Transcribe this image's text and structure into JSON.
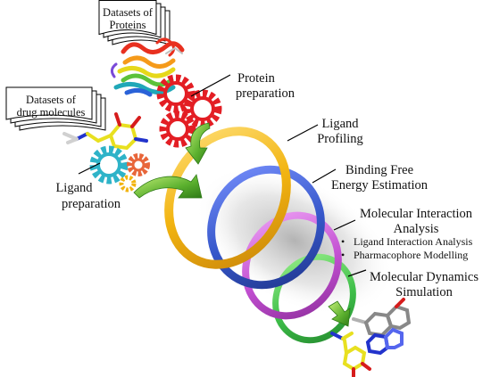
{
  "datasets": {
    "proteins": [
      "Datasets of",
      "Proteins"
    ],
    "drugs": [
      "Datasets of",
      "drug molecules"
    ]
  },
  "labels": {
    "protein_prep": [
      "Protein",
      "preparation"
    ],
    "ligand_prep": [
      "Ligand",
      "preparation"
    ],
    "ligand_profiling": [
      "Ligand",
      "Profiling"
    ],
    "binding": [
      "Binding Free",
      "Energy Estimation"
    ],
    "interaction": [
      "Molecular Interaction",
      "Analysis"
    ],
    "interaction_bullets": [
      "Ligand Interaction Analysis",
      "Pharmacophore Modelling"
    ],
    "md": [
      "Molecular Dynamics",
      "Simulation"
    ]
  },
  "bullet_glyph": "•",
  "colors": {
    "ring_gold": "#f2b411",
    "ring_blue": "#3556c9",
    "ring_magenta": "#c24fd1",
    "ring_green": "#3fbf4a",
    "gear_red": "#e31e24",
    "gear_teal": "#2eb3c8",
    "gear_orange": "#e8663a",
    "gear_yellow": "#f2b411",
    "arrow_green": "#5bb02e"
  },
  "icons": [
    "document-stack-icon",
    "protein-structure-icon",
    "molecule-icon",
    "gear-icon",
    "arrow-icon",
    "ring-icon"
  ]
}
